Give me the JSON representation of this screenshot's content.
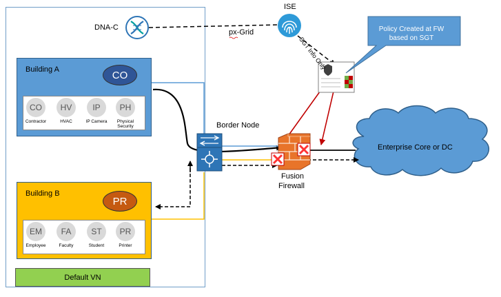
{
  "dnac": {
    "label": "DNA-C"
  },
  "ise": {
    "label": "ISE"
  },
  "pxgrid": {
    "label": "px-Grid"
  },
  "sgt_info": {
    "label": "SGT Info Only"
  },
  "callout": {
    "text": "Policy Created at FW based on SGT"
  },
  "border_node": {
    "label": "Border Node"
  },
  "firewall": {
    "label_line1": "Fusion",
    "label_line2": "Firewall"
  },
  "cloud": {
    "label": "Enterprise Core or DC"
  },
  "default_vn": {
    "label": "Default VN"
  },
  "building_a": {
    "title": "Building A",
    "vn": "CO",
    "groups": [
      {
        "abbr": "CO",
        "name": "Contractor"
      },
      {
        "abbr": "HV",
        "name": "HVAC"
      },
      {
        "abbr": "IP",
        "name": "IP Camera"
      },
      {
        "abbr": "PH",
        "name": "Physical Security"
      }
    ]
  },
  "building_b": {
    "title": "Building B",
    "vn": "PR",
    "groups": [
      {
        "abbr": "EM",
        "name": "Employee"
      },
      {
        "abbr": "FA",
        "name": "Faculty"
      },
      {
        "abbr": "ST",
        "name": "Student"
      },
      {
        "abbr": "PR",
        "name": "Printer"
      }
    ]
  },
  "colors": {
    "building_a_fill": "#5b9bd5",
    "building_a_vn": "#2f5597",
    "building_b_fill": "#ffc000",
    "building_b_vn": "#c55a11",
    "default_vn_fill": "#92d050",
    "cloud_fill": "#5b9bd5",
    "callout_fill": "#5b9bd5",
    "policy_arrow": "#c00000"
  }
}
